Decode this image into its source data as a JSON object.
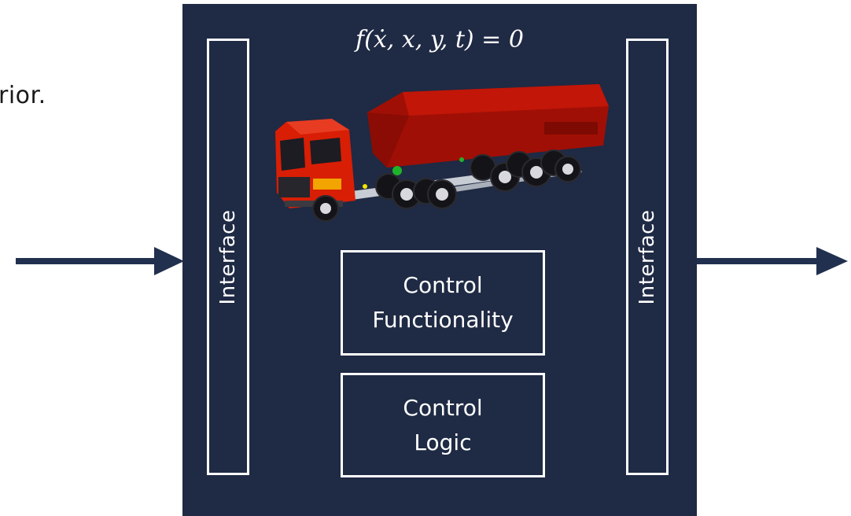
{
  "page": {
    "left_text_fragment": "rior."
  },
  "diagram": {
    "equation": "f(ẋ, x, y, t) = 0",
    "left_interface": {
      "label": "Interface"
    },
    "right_interface": {
      "label": "Interface"
    },
    "control_functionality": {
      "line1": "Control",
      "line2": "Functionality"
    },
    "control_logic": {
      "line1": "Control",
      "line2": "Logic"
    },
    "colors": {
      "panel_background": "#1f2a44",
      "arrow": "#22304f",
      "box_border": "#ffffff",
      "truck_body": "#d81e05",
      "truck_tipper": "#a00f05"
    },
    "icons": [
      "truck-trailer-illustration",
      "input-arrow-icon",
      "output-arrow-icon"
    ]
  }
}
